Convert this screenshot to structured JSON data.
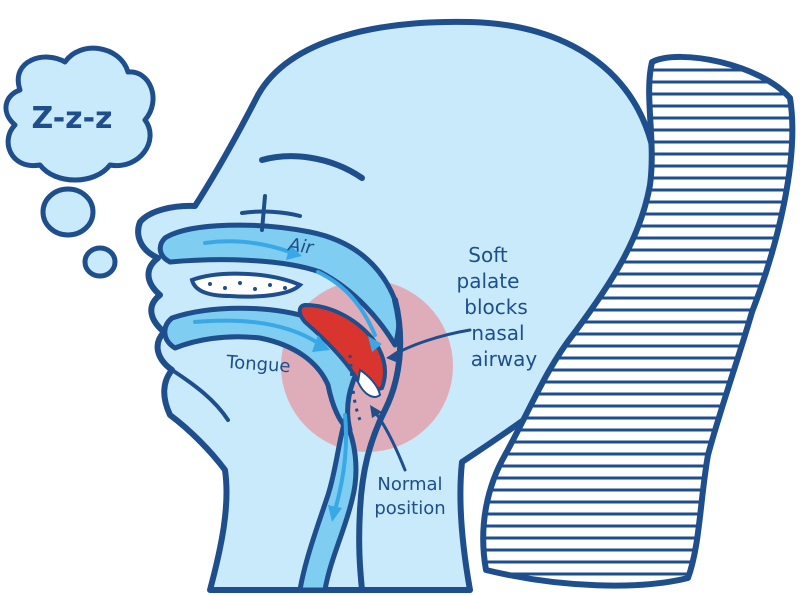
{
  "labels": {
    "snore": "Z-z-z",
    "air": "Air",
    "tongue": "Tongue",
    "soft_palate": [
      "Soft",
      "palate",
      "blocks",
      "nasal",
      "airway"
    ],
    "normal_position": [
      "Normal",
      "position"
    ]
  },
  "colors": {
    "outline": "#1f4e8c",
    "skin": "#c8eafa",
    "airway": "#7fcdf0",
    "arrow": "#3aa8e6",
    "highlight": "#e3a2ad",
    "palate_blocked": "#d9352e",
    "pillow_fill": "#ffffff"
  }
}
